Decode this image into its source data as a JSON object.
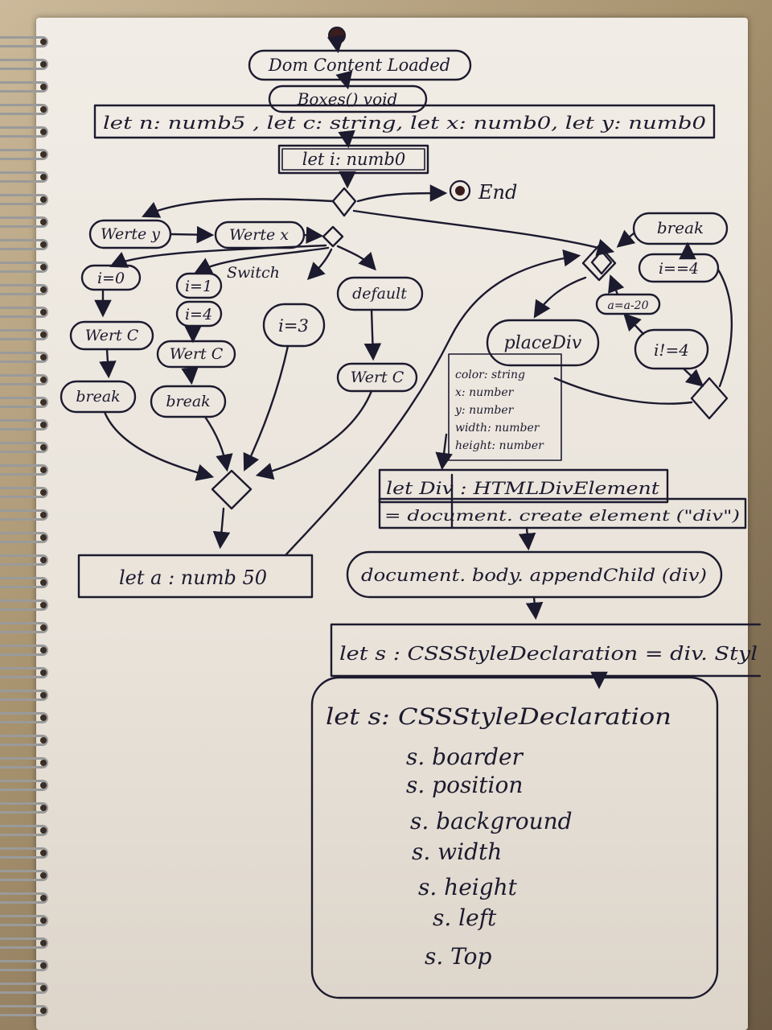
{
  "nodes": {
    "dom_content_loaded": "Dom Content Loaded",
    "boxes": "Boxes() void",
    "let_vars": "let n: numb5 , let c: string, let x: numb0, let y: numb0",
    "let_i": "let i: numb0",
    "end": "End",
    "werte_y": "Werte y",
    "werte_x": "Werte x",
    "switch": "Switch",
    "case_i0": "i=0",
    "case_i1": "i=1",
    "case_i4": "i=4",
    "case_i3": "i=3",
    "default": "default",
    "wert_c_1": "Wert C",
    "wert_c_2": "Wert C",
    "wert_c_3": "Wert C",
    "break_1": "break",
    "break_2": "break",
    "break_3": "break",
    "let_a": "let a : numb 50",
    "cond_i_eq_4": "i==4",
    "a_minus_20": "a=a-20",
    "cond_i_ne_4": "i!=4",
    "place_div": "placeDiv",
    "params": [
      "color: string",
      "x: number",
      "y: number",
      "width: number",
      "height: number"
    ],
    "let_div": "let Div : HTMLDivElement",
    "create_element": "= document. create element (\"div\")",
    "append_child": "document. body. appendChild (div)",
    "let_s_style": "let s : CSSStyleDeclaration = div. Styl",
    "style_box_title": "let s: CSSStyleDeclaration",
    "style_props": [
      "s. boarder",
      "s. position",
      "s. background",
      "s. width",
      "s. height",
      "s. left",
      "s. Top"
    ]
  },
  "colors": {
    "ink": "#1c1a2e",
    "paper": "#ece7df",
    "ring": "#9a9a9a"
  }
}
